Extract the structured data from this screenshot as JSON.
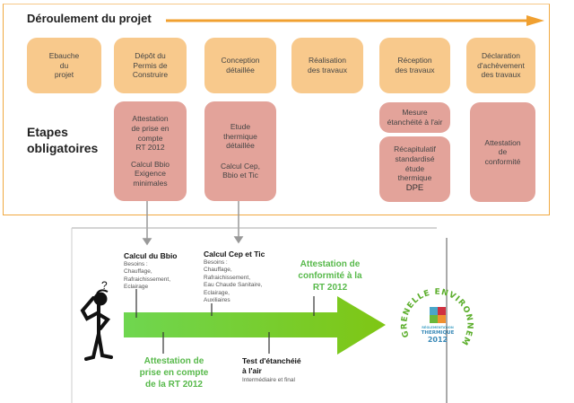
{
  "title": "Déroulement du projet",
  "phases": [
    "Ebauche\ndu\nprojet",
    "Dépôt du\nPermis de\nConstruire",
    "Conception\ndétaillée",
    "Réalisation\ndes travaux",
    "Réception\ndes travaux",
    "Déclaration\nd'achèvement\ndes travaux"
  ],
  "etapes_label": "Etapes\nobligatoires",
  "steps": {
    "permis_a": "Attestation\nde prise en\ncompte\nRT 2012",
    "permis_b": "Calcul Bbio\nExigence\nminimales",
    "conception_a": "Etude\nthermique\ndétaillée",
    "conception_b": "Calcul Cep,\nBbio et Tic",
    "reception_a": "Mesure\nétanchéité à l'air",
    "reception_b": "Récapitulatif\nstandardisé\nétude\nthermique",
    "reception_b2": "DPE",
    "declaration": "Attestation\nde\nconformité"
  },
  "timeline": {
    "bbio_title": "Calcul du Bbio",
    "bbio_detail": "Besoins :\nChauffage,\nRafraichissement,\nEclairage",
    "cep_title": "Calcul Cep et Tic",
    "cep_detail": "Besoins :\nChauffage,\nRafraichissement,\nEau Chaude Sanitaire,\nEclairage,\nAuxiliaires",
    "conformite": "Attestation de\nconformité à la\nRT 2012",
    "prise": "Attestation de\nprise en compte\nde la RT 2012",
    "test_title": "Test d'étanchéié\nà l'air",
    "test_detail": "Intermédiaire et final"
  },
  "logo": {
    "ring": "GRENELLE ENVIRONNEMENT",
    "line1": "RÉGLEMENTATION",
    "line2": "THERMIQUE",
    "year": "2012"
  },
  "colors": {
    "orange": "#f0a030",
    "phase": "#f8c98c",
    "step": "#e3a39a",
    "green": "#57b94a"
  }
}
